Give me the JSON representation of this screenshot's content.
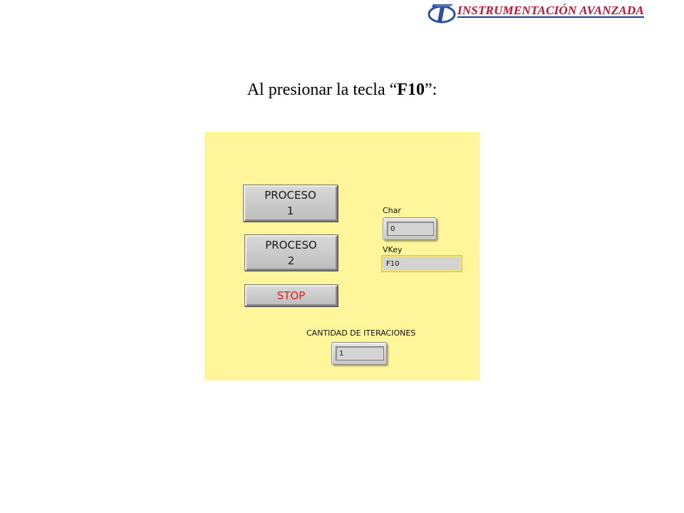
{
  "header": {
    "brand_title": "INSTRUMENTACIÓN AVANZADA",
    "brand_color": "#c8102e",
    "logo_icon": "faculty-logo-icon"
  },
  "slide": {
    "heading_prefix": "Al presionar la tecla “",
    "heading_key": "F10",
    "heading_suffix": "”:"
  },
  "panel": {
    "background": "#fff59a",
    "buttons": {
      "proceso1_line1": "PROCESO",
      "proceso1_line2": "1",
      "proceso2_line1": "PROCESO",
      "proceso2_line2": "2",
      "stop": "STOP"
    },
    "char": {
      "label": "Char",
      "value": "0"
    },
    "vkey": {
      "label": "VKey",
      "value": "F10"
    },
    "iterations": {
      "label": "CANTIDAD DE ITERACIONES",
      "value": "1"
    }
  }
}
